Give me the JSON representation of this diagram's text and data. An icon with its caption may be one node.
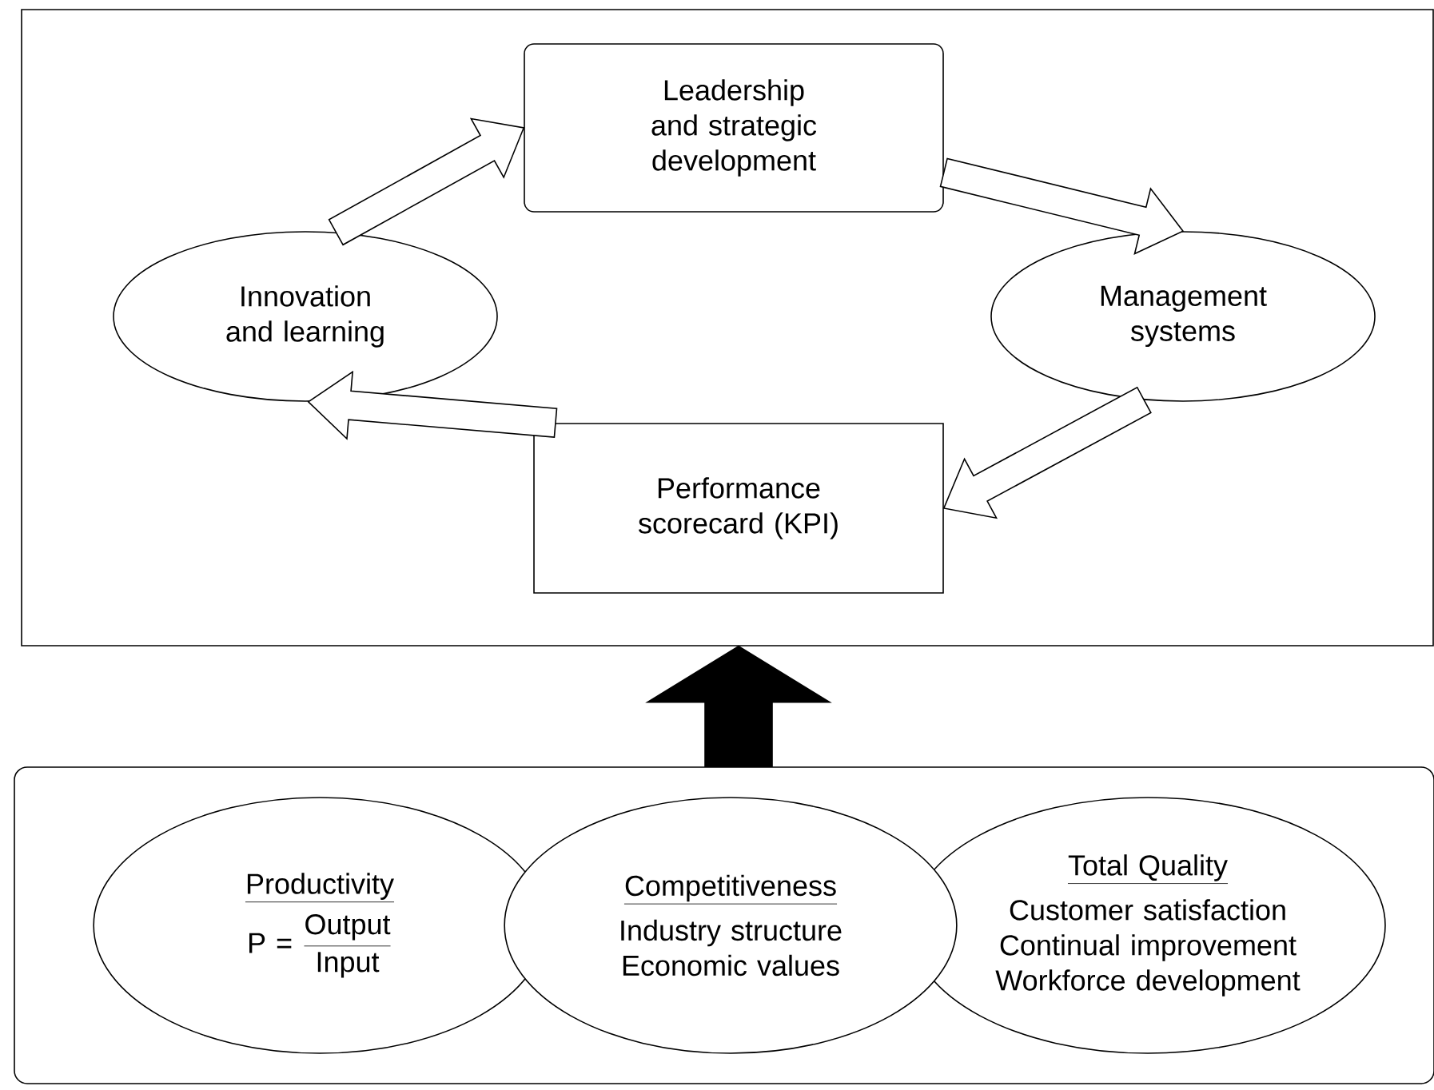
{
  "diagram": {
    "nodes": [
      {
        "text": [],
        "shape": "box"
      },
      {
        "text": [
          "Leadership and strategic development"
        ],
        "in": 0
      },
      {
        "text": [
          "Management systems"
        ],
        "in": 0
      },
      {
        "text": [
          "Performance scorecard (KPI)"
        ],
        "in": 0
      },
      {
        "text": [
          "Innovation and learning"
        ],
        "in": 0
      },
      {
        "text": [],
        "shape": "box"
      },
      {
        "text": [
          "Productivity",
          "\\mbox{P = }\\frac{\\mbox{Output}}{\\mbox{Input}}"
        ],
        "in": 5
      },
      {
        "text": [
          "Competitiveness",
          "Industry structure Economic values"
        ],
        "in": 5
      },
      {
        "text": [
          "Total Quality",
          "Customer satisfaction Continual improvement Workforce development"
        ],
        "in": 5
      }
    ],
    "edges": [
      {
        "from": 4,
        "to": 1,
        "arrow": "to"
      },
      {
        "from": 1,
        "to": 2,
        "arrow": "to"
      },
      {
        "from": 2,
        "to": 3,
        "arrow": "to"
      },
      {
        "from": 3,
        "to": 4,
        "arrow": "to"
      },
      {
        "from": 5,
        "to": 0,
        "arrow": "to",
        "style": "thick"
      }
    ]
  }
}
